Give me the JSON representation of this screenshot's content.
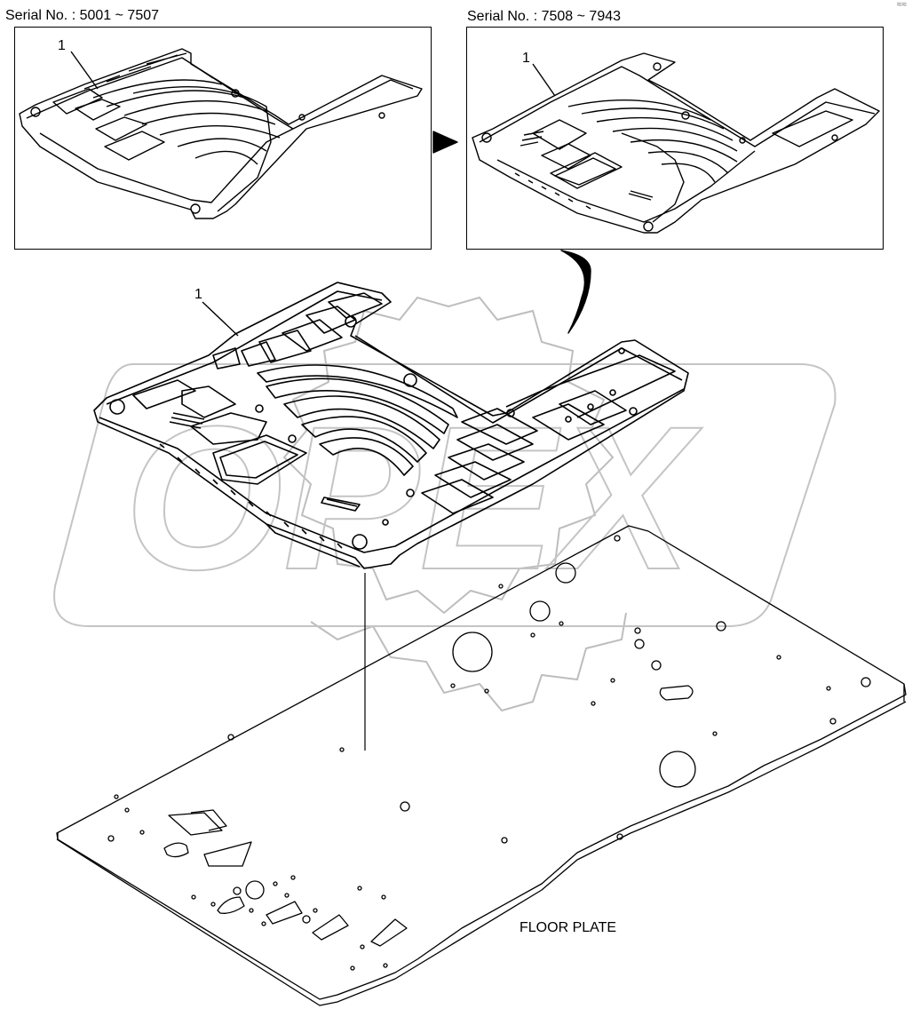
{
  "panel_left": {
    "serial_label": "Serial No.  : 5001 ~ 7507",
    "callout": "1"
  },
  "panel_right": {
    "serial_label": "Serial No.  : 7508 ~ 7943",
    "callout": "1"
  },
  "main_part": {
    "callout": "1"
  },
  "floor_plate": {
    "label": "FLOOR PLATE"
  },
  "watermark": {
    "text": "OPEX"
  },
  "corner_mark": "≈≈"
}
